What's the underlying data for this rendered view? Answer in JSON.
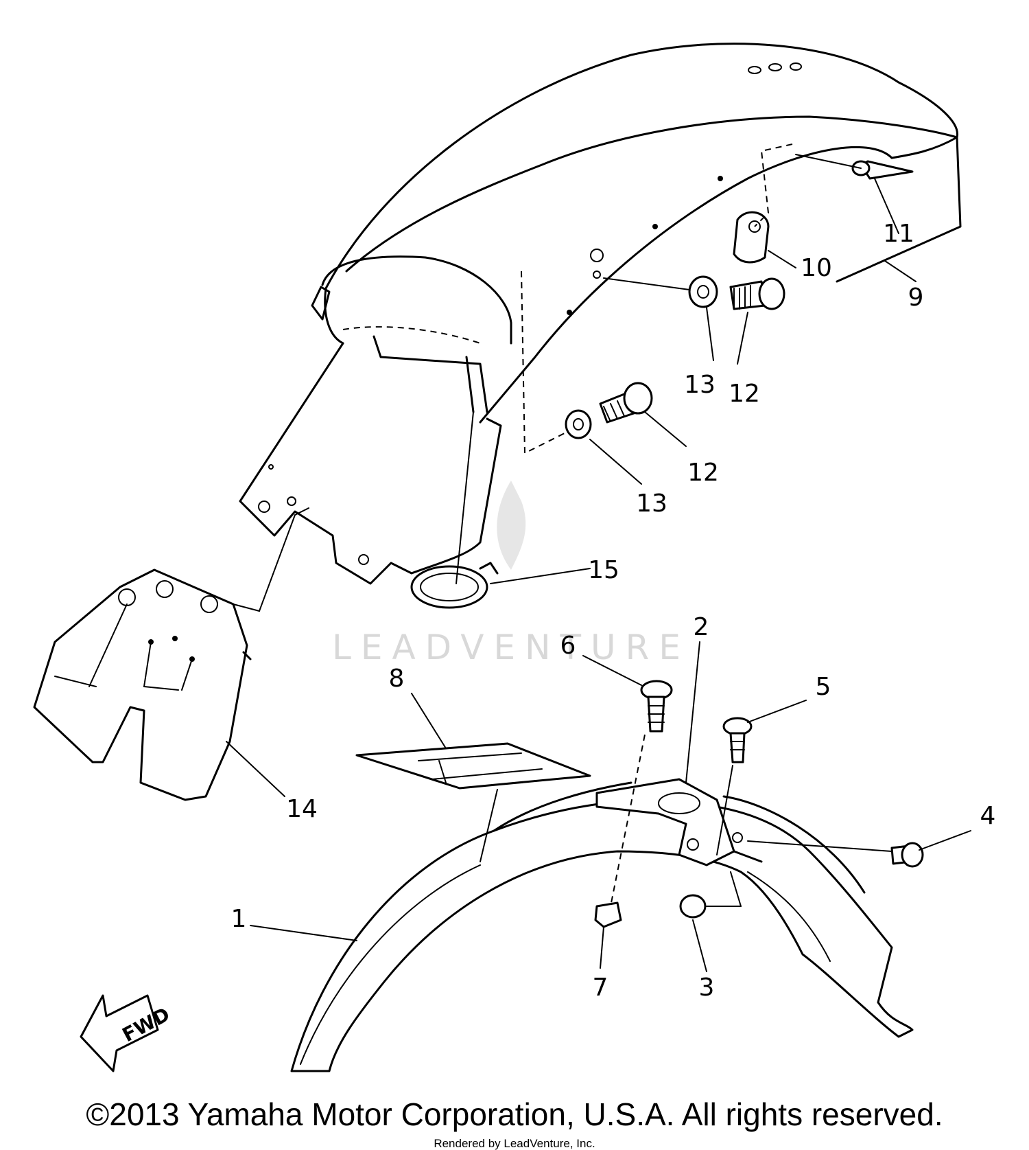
{
  "diagram": {
    "callouts": [
      {
        "id": "callout-1",
        "label": "1"
      },
      {
        "id": "callout-2",
        "label": "2"
      },
      {
        "id": "callout-3",
        "label": "3"
      },
      {
        "id": "callout-4",
        "label": "4"
      },
      {
        "id": "callout-5",
        "label": "5"
      },
      {
        "id": "callout-6",
        "label": "6"
      },
      {
        "id": "callout-7",
        "label": "7"
      },
      {
        "id": "callout-8",
        "label": "8"
      },
      {
        "id": "callout-9",
        "label": "9"
      },
      {
        "id": "callout-10",
        "label": "10"
      },
      {
        "id": "callout-11",
        "label": "11"
      },
      {
        "id": "callout-12a",
        "label": "12"
      },
      {
        "id": "callout-12b",
        "label": "12"
      },
      {
        "id": "callout-13a",
        "label": "13"
      },
      {
        "id": "callout-13b",
        "label": "13"
      },
      {
        "id": "callout-14",
        "label": "14"
      },
      {
        "id": "callout-15",
        "label": "15"
      }
    ],
    "fwd_label": "FWD",
    "watermark": "LEADVENTURE"
  },
  "footer": {
    "copyright": "©2013 Yamaha Motor Corporation, U.S.A. All rights reserved.",
    "rendered_by": "Rendered by LeadVenture, Inc."
  }
}
